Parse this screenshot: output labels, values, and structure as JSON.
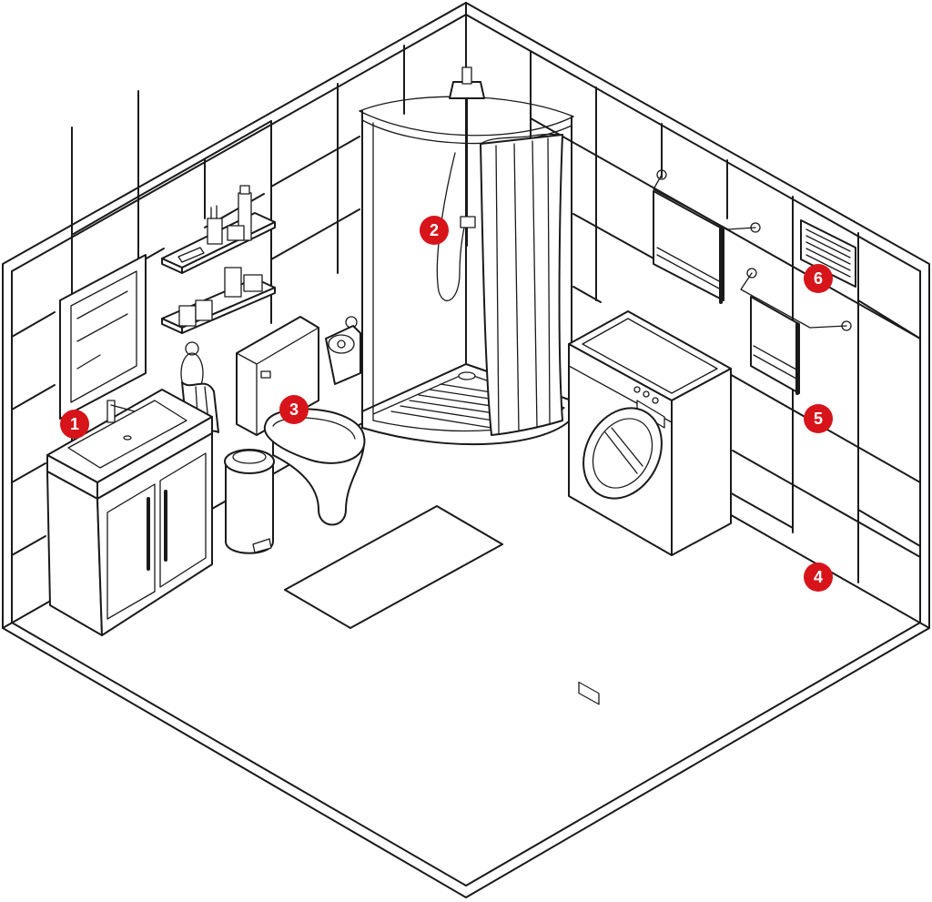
{
  "markers": [
    {
      "label": "1",
      "feature": "washbasin"
    },
    {
      "label": "2",
      "feature": "shower"
    },
    {
      "label": "3",
      "feature": "toilet"
    },
    {
      "label": "4",
      "feature": "floor"
    },
    {
      "label": "5",
      "feature": "wall"
    },
    {
      "label": "6",
      "feature": "vent"
    }
  ],
  "colors": {
    "marker": "#d7141a",
    "line": "#1a1a1a",
    "background": "#ffffff"
  }
}
